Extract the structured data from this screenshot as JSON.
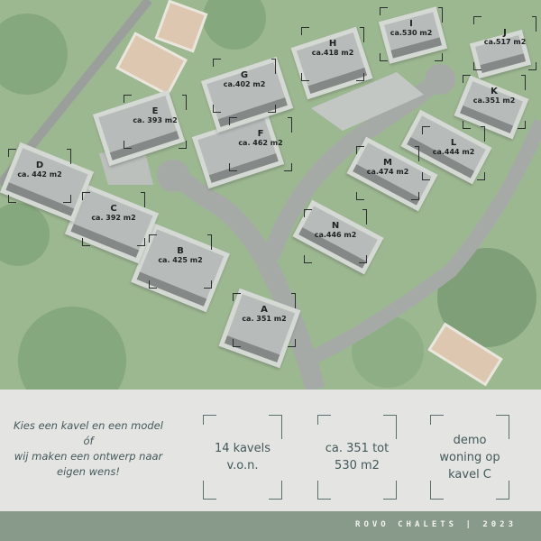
{
  "plots": [
    {
      "letter": "A",
      "area": "ca. 351 m2"
    },
    {
      "letter": "B",
      "area": "ca. 425 m2"
    },
    {
      "letter": "C",
      "area": "ca. 392 m2"
    },
    {
      "letter": "D",
      "area": "ca. 442 m2"
    },
    {
      "letter": "E",
      "area": "ca. 393 m2"
    },
    {
      "letter": "F",
      "area": "ca. 462 m2"
    },
    {
      "letter": "G",
      "area": "ca.402 m2"
    },
    {
      "letter": "H",
      "area": "ca.418 m2"
    },
    {
      "letter": "I",
      "area": "ca.530 m2"
    },
    {
      "letter": "J",
      "area": "ca.517 m2"
    },
    {
      "letter": "K",
      "area": "ca.351 m2"
    },
    {
      "letter": "L",
      "area": "ca.444 m2"
    },
    {
      "letter": "M",
      "area": "ca.474 m2"
    },
    {
      "letter": "N",
      "area": "ca.446 m2"
    }
  ],
  "info": {
    "tagline": [
      "Kies een kavel en een model",
      "óf",
      "wij maken een ontwerp naar",
      "eigen wens!"
    ],
    "box1": [
      "14 kavels",
      "v.o.n."
    ],
    "box2": [
      "ca. 351 tot",
      "530 m2"
    ],
    "box3": [
      "demo",
      "woning op",
      "kavel C"
    ]
  },
  "footer": {
    "brand": "ROVO CHALETS | 2023"
  },
  "colors": {
    "footer": "#889a8a",
    "grass": "#7fa36f",
    "road": "#8b8f8e",
    "text": "#44585a"
  }
}
